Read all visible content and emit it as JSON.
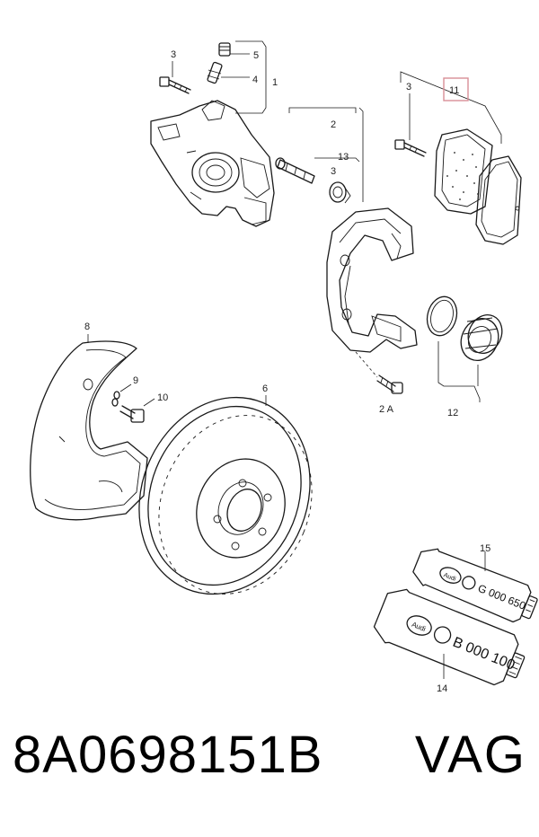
{
  "callouts": {
    "c1": "1",
    "c2": "2",
    "c2a": "2 A",
    "c3a": "3",
    "c3b": "3",
    "c3c": "3",
    "c4": "4",
    "c5": "5",
    "c6": "6",
    "c8": "8",
    "c9": "9",
    "c10": "10",
    "c11": "11",
    "c12": "12",
    "c13": "13",
    "c14": "14",
    "c15": "15"
  },
  "tubes": {
    "upper_brand": "Audi",
    "upper_code": "G 000 650",
    "lower_brand": "Audi",
    "lower_code": "B 000 100"
  },
  "footer": {
    "part_number": "8A0698151B",
    "brand": "VAG"
  },
  "colors": {
    "highlight": "#d98f96",
    "ink": "#1a1a1a"
  }
}
